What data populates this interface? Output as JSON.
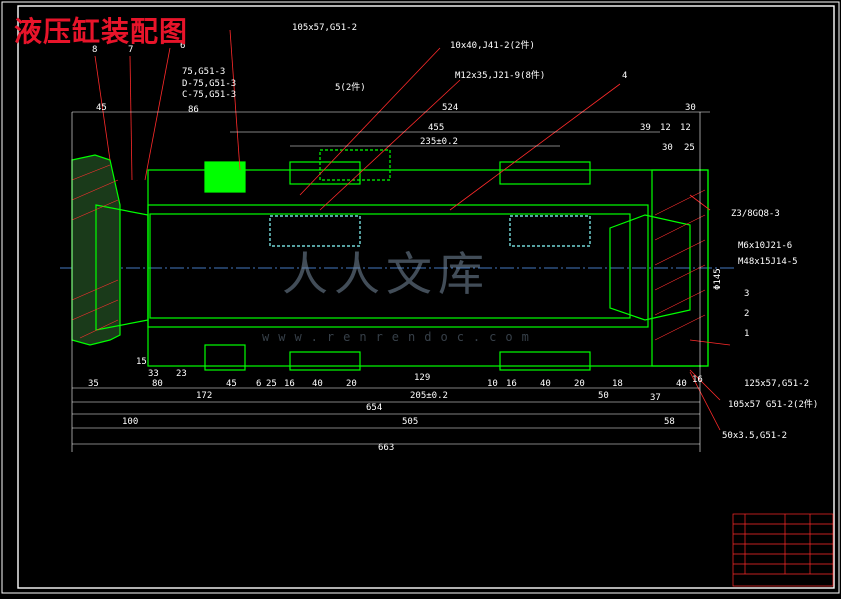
{
  "title": "液压缸装配图",
  "callouts": {
    "c8": "8",
    "c7": "7",
    "c6": "6",
    "n75": "75,G51-3",
    "d75": "D-75,G51-3",
    "c75": "C-75,G51-3",
    "n105": "105x57,G51-2",
    "n10x40": "10x40,J41-2(2件)",
    "m12": "M12x35,J21-9(8件)",
    "c5": "5(2件)",
    "c4": "4",
    "z3": "Z3/8GQ8-3",
    "m6": "M6x10J21-6",
    "m48": "M48x15J14-5",
    "c3": "3",
    "c2": "2",
    "c1": "1",
    "n125": "125x57,G51-2",
    "n105b": "105x57 G51-2(2件)",
    "n50": "50x3.5,G51-2"
  },
  "dims": {
    "d45": "45",
    "d86": "86",
    "d524": "524",
    "d455": "455",
    "d235": "235±0.2",
    "d30a": "30",
    "d39": "39",
    "d12a": "12",
    "d12b": "12",
    "d30b": "30",
    "d25": "25",
    "d145": "Φ145",
    "b35": "35",
    "b80": "80",
    "b15": "15",
    "b33": "33",
    "b23": "23",
    "b45": "45",
    "b6": "6",
    "b25": "25",
    "b16a": "16",
    "b40a": "40",
    "b20a": "20",
    "b129": "129",
    "b10": "10",
    "b16b": "16",
    "b40b": "40",
    "b20b": "20",
    "b18": "18",
    "b40c": "40",
    "b16c": "16",
    "b172": "172",
    "b205": "205±0.2",
    "b50": "50",
    "b37": "37",
    "b654": "654",
    "b100": "100",
    "b505": "505",
    "b58": "58",
    "b663": "663"
  },
  "watermark": {
    "text": "人人文库",
    "url": "www.renrendoc.com"
  },
  "colors": {
    "bg": "#000000",
    "part": "#00ff00",
    "leader": "#ff2a2a",
    "dim": "#ffffff",
    "border": "#ffffff"
  }
}
